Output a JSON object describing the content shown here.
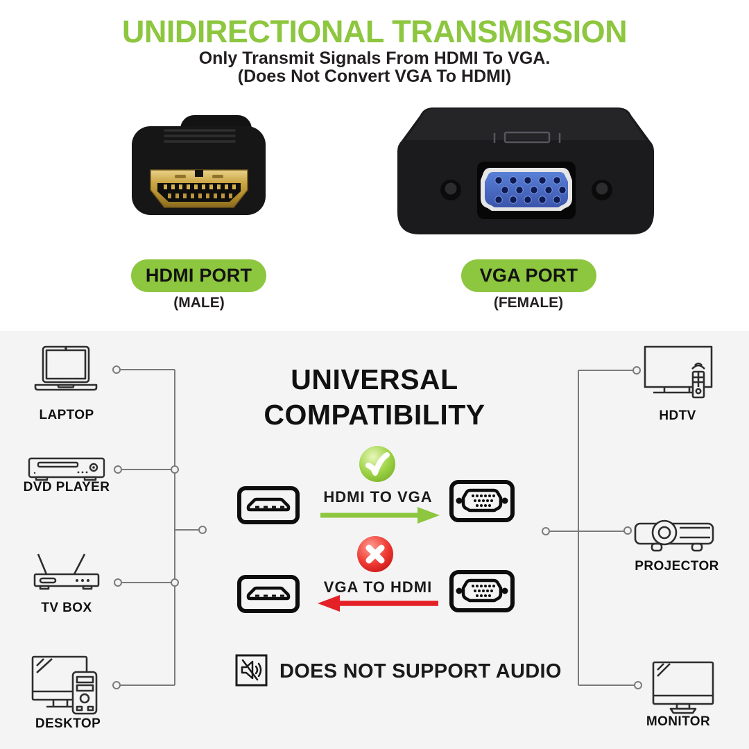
{
  "colors": {
    "accent_green": "#8dc63f",
    "alert_red": "#e32126",
    "panel_background": "#f4f4f4",
    "connector_line_gray": "#7a7a7a",
    "text_dark": "#1a1a1a",
    "vga_blue": "#4a6fc8",
    "hdmi_gold": "#d2ab4a"
  },
  "header": {
    "title": "UNIDIRECTIONAL TRANSMISSION",
    "subtitle1": "Only Transmit Signals From HDMI To VGA.",
    "subtitle2": "(Does Not Convert VGA To HDMI)"
  },
  "ports": {
    "hdmi": {
      "label": "HDMI PORT",
      "type": "(MALE)"
    },
    "vga": {
      "label": "VGA PORT",
      "type": "(FEMALE)"
    }
  },
  "compat": {
    "title1": "UNIVERSAL",
    "title2": "COMPATIBILITY",
    "allowed": "HDMI TO VGA",
    "blocked": "VGA TO HDMI",
    "audio": "DOES NOT SUPPORT AUDIO"
  },
  "devices": {
    "left": [
      {
        "label": "LAPTOP"
      },
      {
        "label": "DVD PLAYER"
      },
      {
        "label": "TV BOX"
      },
      {
        "label": "DESKTOP"
      }
    ],
    "right": [
      {
        "label": "HDTV"
      },
      {
        "label": "PROJECTOR"
      },
      {
        "label": "MONITOR"
      }
    ]
  }
}
